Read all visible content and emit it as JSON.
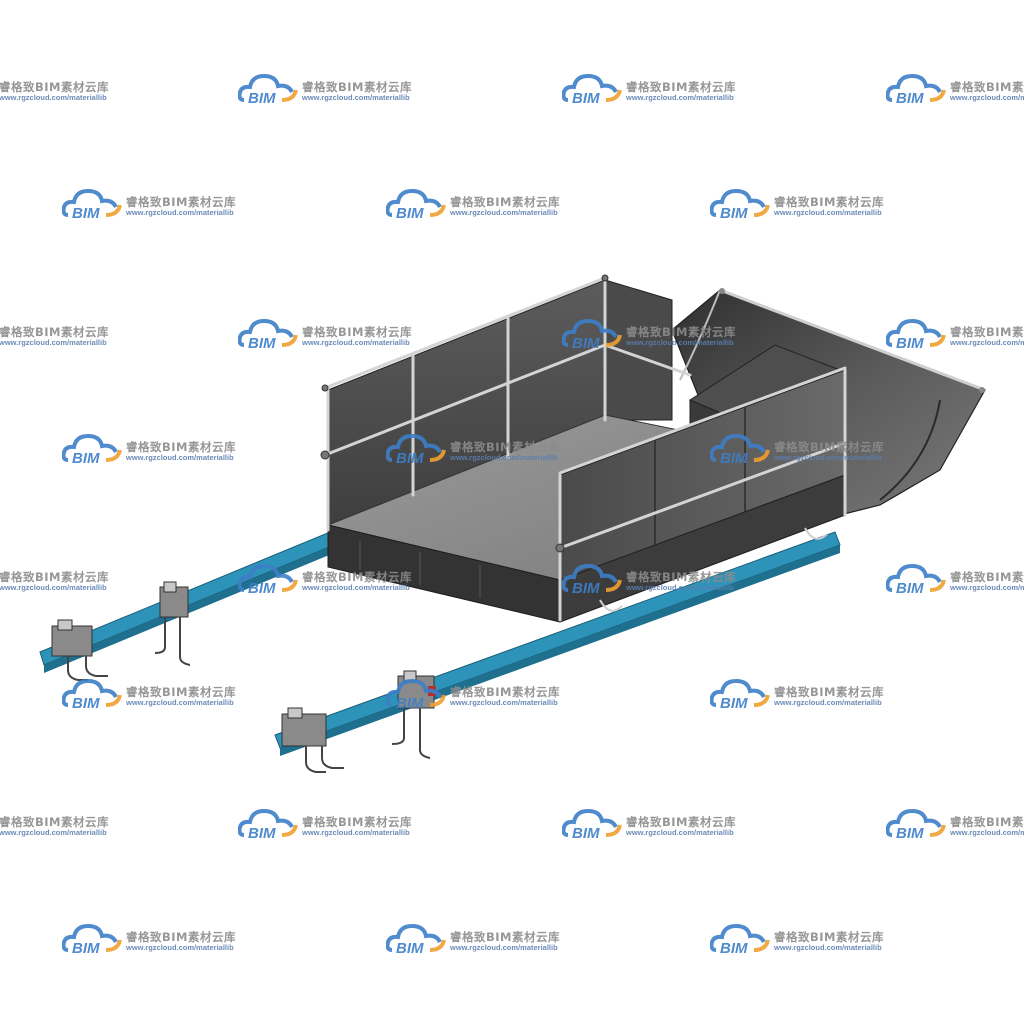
{
  "watermark": {
    "logo_text": "BIM",
    "title": "睿格致BIM素材云库",
    "url": "www.rgzcloud.com/materiallib",
    "colors": {
      "cloud_blue": "#3d7fc8",
      "cloud_orange": "#f0a030",
      "title_gray": "#8c8c8c",
      "url_blue": "#5a7fb0"
    }
  },
  "scene": {
    "subject": "hopper-cart-on-rails",
    "colors": {
      "body_dark": "#3a3a3a",
      "body_mid": "#6e6e6e",
      "floor": "#8a8a8a",
      "rail_blue": "#2e93b8",
      "rail_dark": "#1f6f8f",
      "frame_light": "#c8c8c8"
    }
  }
}
